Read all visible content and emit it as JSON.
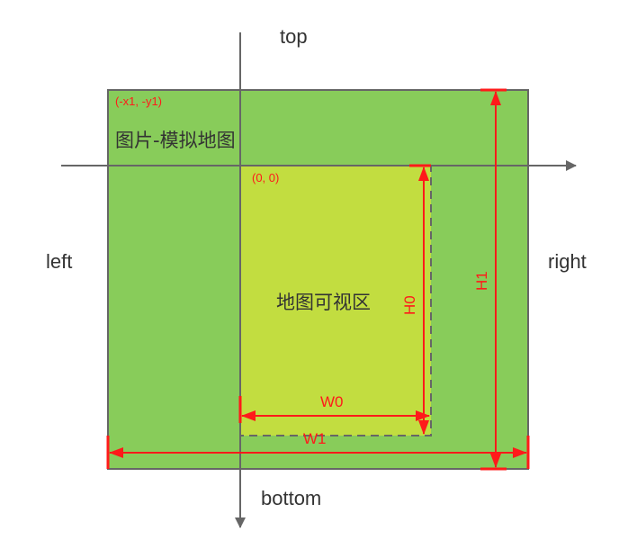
{
  "labels": {
    "top": "top",
    "bottom": "bottom",
    "left": "left",
    "right": "right",
    "image_title": "图片-模拟地图",
    "viewport_title": "地图可视区",
    "origin_coord": "(-x1, -y1)",
    "viewport_coord": "(0, 0)",
    "w0": "W0",
    "h0": "H0",
    "w1": "W1",
    "h1": "H1"
  },
  "colors": {
    "outer_fill": "#88cc5a",
    "inner_fill": "#c2dd40",
    "border": "#666666",
    "axis": "#666666",
    "dimension": "#ff1a1a",
    "text": "#333333"
  }
}
